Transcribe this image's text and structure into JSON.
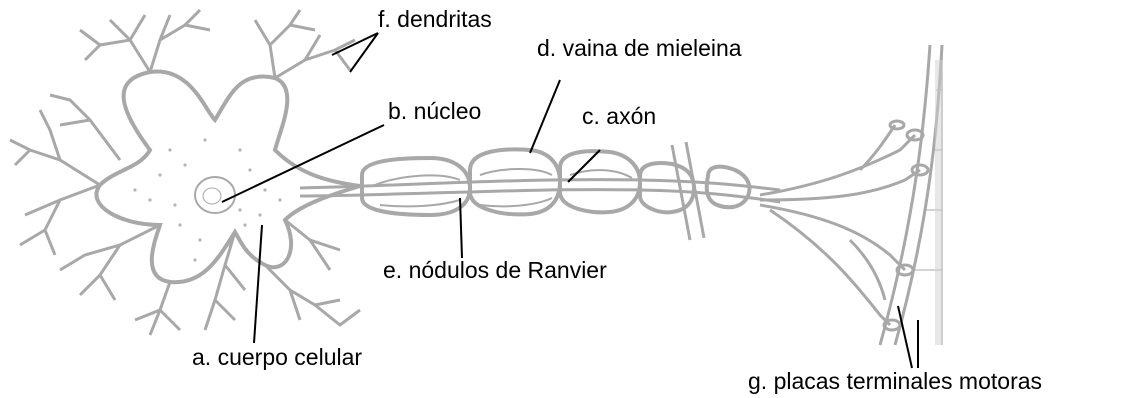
{
  "labels": {
    "a": "a. cuerpo celular",
    "b": "b. núcleo",
    "c": "c. axón",
    "d": "d. vaina de mieleina",
    "e": "e. nódulos de Ranvier",
    "f": "f. dendritas",
    "g": "g. placas terminales motoras"
  },
  "colors": {
    "neuron": "#a8a8a8",
    "nucleus_fill": "#9a9a9a",
    "leader": "#000000"
  }
}
